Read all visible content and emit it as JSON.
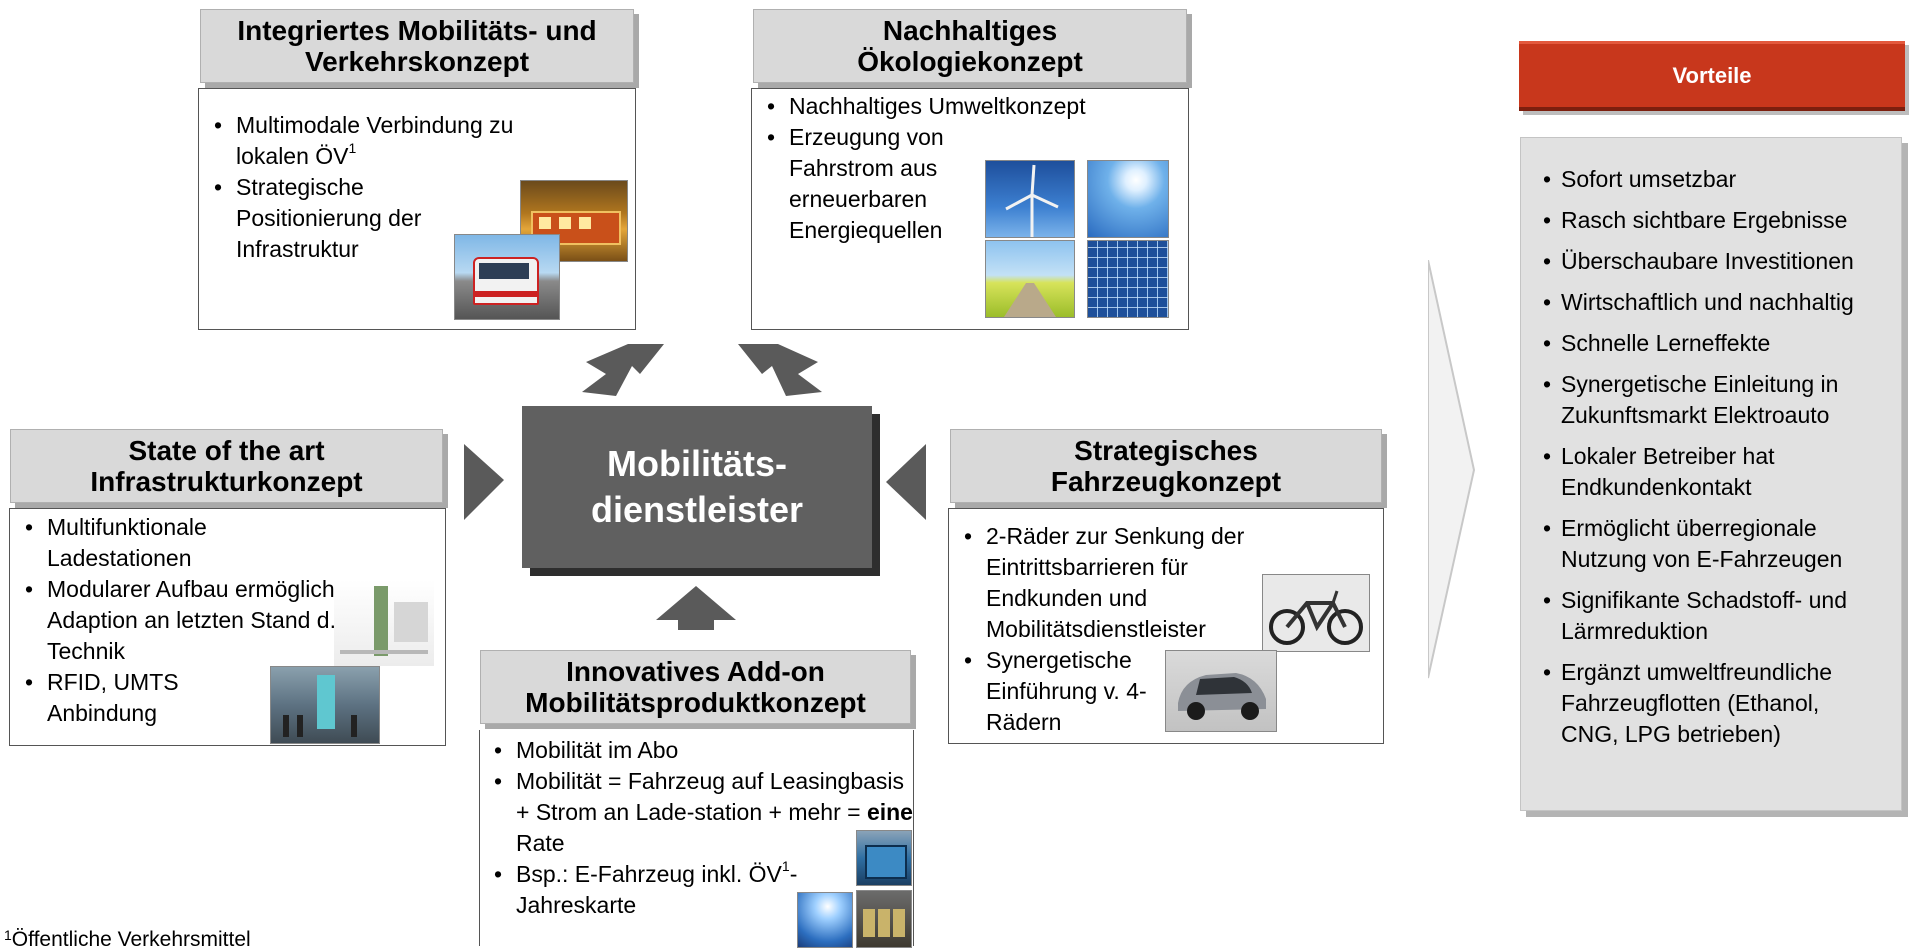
{
  "center": {
    "line1": "Mobilitäts-",
    "line2": "dienstleister"
  },
  "mobility": {
    "title_line1": "Integriertes Mobilitäts- und",
    "title_line2": "Verkehrskonzept",
    "items": [
      {
        "text": "Multimodale Verbindung zu lokalen ÖV",
        "sup": "1"
      },
      {
        "text": "Strategische Positionierung der Infrastruktur"
      }
    ]
  },
  "ecology": {
    "title_line1": "Nachhaltiges",
    "title_line2": "Ökologiekonzept",
    "items": [
      {
        "text": "Nachhaltiges Umweltkonzept"
      },
      {
        "text": "Erzeugung von Fahrstrom aus erneuerbaren Energiequellen"
      }
    ]
  },
  "infrastructure": {
    "title_line1": "State of the art",
    "title_line2": "Infrastrukturkonzept",
    "items": [
      {
        "text": "Multifunktionale Ladestationen"
      },
      {
        "text": "Modularer Aufbau ermöglicht Adaption an letzten Stand d. Technik"
      },
      {
        "text": "RFID, UMTS Anbindung"
      }
    ]
  },
  "vehicle": {
    "title_line1": "Strategisches",
    "title_line2": "Fahrzeugkonzept",
    "items": [
      {
        "text": "2-Räder zur Senkung der Eintrittsbarrieren für Endkunden und Mobilitätsdienstleister"
      },
      {
        "text": "Synergetische Einführung v. 4-Rädern"
      }
    ]
  },
  "addon": {
    "title_line1": "Innovatives Add-on",
    "title_line2": "Mobilitätsproduktkonzept",
    "item1": "Mobilität im Abo",
    "item2_pre": "Mobilität = Fahrzeug auf Leasingbasis + Strom an Lade-station + mehr = ",
    "item2_bold": "eine",
    "item2_post": " Rate",
    "item3_pre": "Bsp.: E-Fahrzeug inkl. ÖV",
    "item3_sup": "1",
    "item3_post": "-Jahreskarte"
  },
  "vorteile": {
    "title": "Vorteile",
    "items": [
      "Sofort umsetzbar",
      "Rasch sichtbare Ergebnisse",
      "Überschaubare Investitionen",
      "Wirtschaftlich und nachhaltig",
      "Schnelle Lerneffekte",
      "Synergetische Einleitung in Zukunftsmarkt Elektroauto",
      "Lokaler Betreiber hat Endkundenkontakt",
      "Ermöglicht überregionale Nutzung von E-Fahrzeugen",
      "Signifikante Schadstoff- und Lärmreduktion",
      "Ergänzt umweltfreundliche Fahrzeugflotten (Ethanol, CNG, LPG betrieben)"
    ]
  },
  "footnote": {
    "sup": "1",
    "text": "Öffentliche Verkehrsmittel"
  },
  "colors": {
    "header_gray": "#d9d9d9",
    "center_fill": "#606060",
    "arrow_gray": "#5a5a5a",
    "vorteile_red": "#c8371c"
  }
}
